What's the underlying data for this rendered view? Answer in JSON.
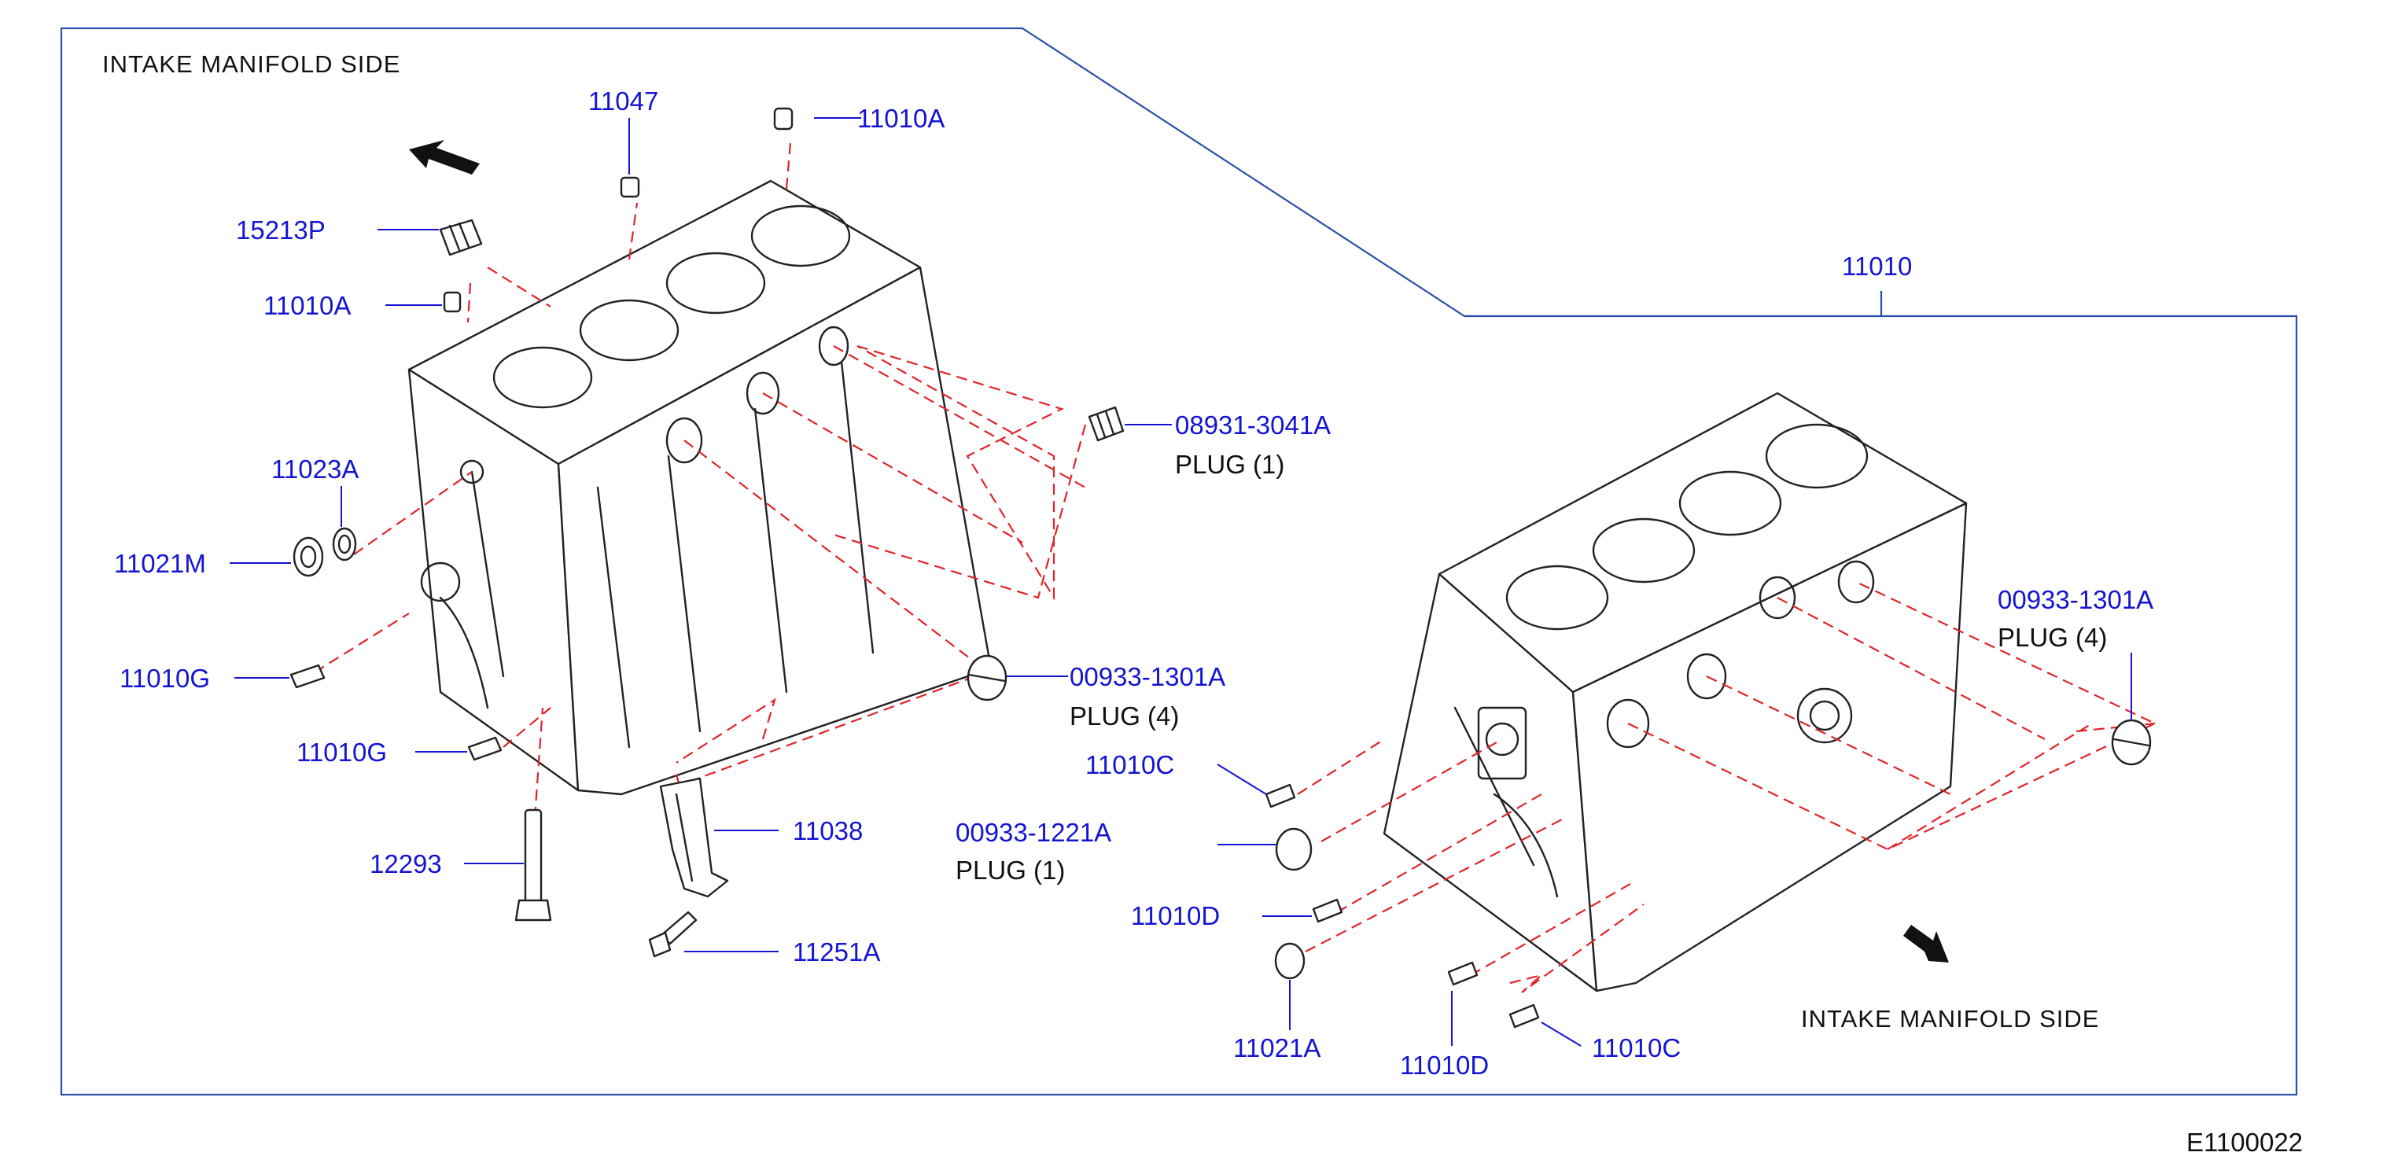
{
  "diagram_id": "E1100022",
  "side_labels": {
    "left": "INTAKE  MANIFOLD  SIDE",
    "right": "INTAKE  MANIFOLD  SIDE"
  },
  "assembly_callout": "11010",
  "callouts": {
    "c11047": "11047",
    "c11010A_top": "11010A",
    "c15213P": "15213P",
    "c11010A_left": "11010A",
    "c11023A": "11023A",
    "c11021M": "11021M",
    "c11010G_1": "11010G",
    "c11010G_2": "11010G",
    "c12293": "12293",
    "c11038": "11038",
    "c11251A": "11251A",
    "c08931": "08931-3041A",
    "c00933_1301A_left": "00933-1301A",
    "c00933_1221A": "00933-1221A",
    "c11010C_1": "11010C",
    "c11010D_1": "11010D",
    "c11021A": "11021A",
    "c11010D_2": "11010D",
    "c11010C_2": "11010C",
    "c00933_1301A_right": "00933-1301A"
  },
  "notes": {
    "plug_08931": "PLUG    (1)",
    "plug_1301A_left": "PLUG    (4)",
    "plug_1221A": "PLUG    (1)",
    "plug_1301A_right": "PLUG    (4)"
  },
  "colors": {
    "callout": "#1414d2",
    "dash": "#e0242a",
    "frame": "#2b4fa8",
    "line": "#222222"
  }
}
